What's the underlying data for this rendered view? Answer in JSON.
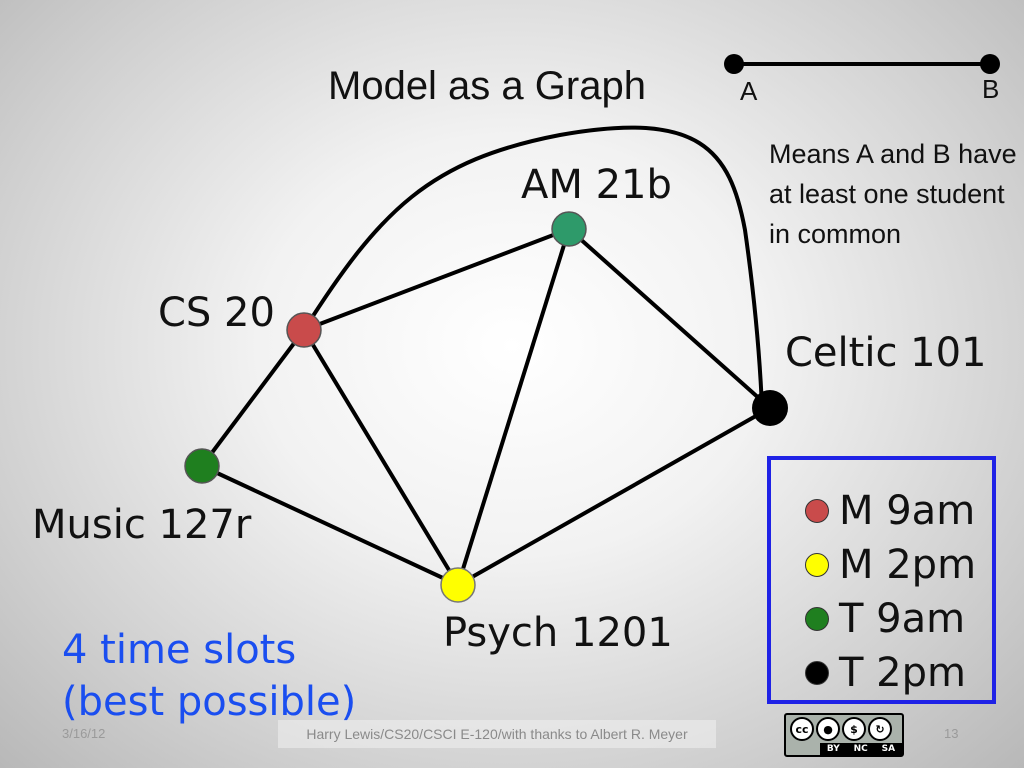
{
  "slide": {
    "title": "Model as a Graph",
    "key": {
      "node_a": "A",
      "node_b": "B",
      "explanation": "Means A and B have at least one student in common"
    },
    "nodes": [
      {
        "id": "cs20",
        "label": "CS 20",
        "color": "#c94b4b"
      },
      {
        "id": "am21b",
        "label": "AM 21b",
        "color": "#2e9a6a"
      },
      {
        "id": "celtic101",
        "label": "Celtic 101",
        "color": "#000000"
      },
      {
        "id": "music127r",
        "label": "Music 127r",
        "color": "#1f7f1f"
      },
      {
        "id": "psych1201",
        "label": "Psych 1201",
        "color": "#ffff00"
      }
    ],
    "edges": [
      [
        "cs20",
        "am21b"
      ],
      [
        "cs20",
        "music127r"
      ],
      [
        "cs20",
        "psych1201"
      ],
      [
        "cs20",
        "celtic101"
      ],
      [
        "am21b",
        "psych1201"
      ],
      [
        "am21b",
        "celtic101"
      ],
      [
        "music127r",
        "psych1201"
      ],
      [
        "psych1201",
        "celtic101"
      ]
    ],
    "legend": [
      {
        "label": "M 9am",
        "color": "#c94b4b"
      },
      {
        "label": "M 2pm",
        "color": "#ffff00"
      },
      {
        "label": "T 9am",
        "color": "#1f7f1f"
      },
      {
        "label": "T 2pm",
        "color": "#000000"
      }
    ],
    "slots_line1": "4 time slots",
    "slots_line2": "(best possible)",
    "footer": {
      "date": "3/16/12",
      "credit": "Harry Lewis/CS20/CSCI E-120/with thanks to Albert R. Meyer",
      "page": "13",
      "license_parts": [
        "BY",
        "NC",
        "SA"
      ],
      "license_badge": "cc"
    }
  }
}
